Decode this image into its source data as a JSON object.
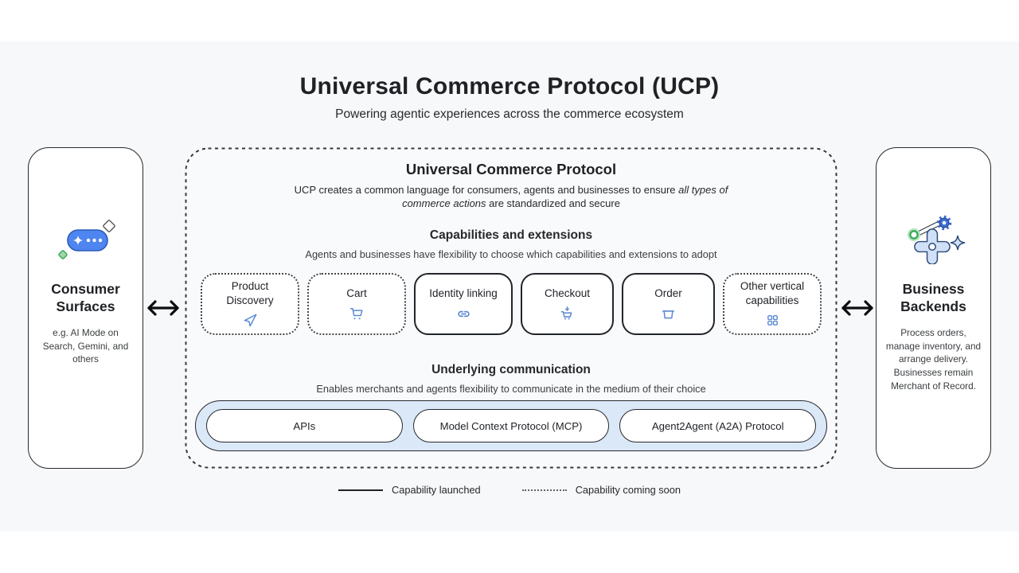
{
  "page": {
    "title": "Universal Commerce Protocol (UCP)",
    "subtitle": "Powering agentic experiences across the commerce ecosystem"
  },
  "consumer_surfaces": {
    "title": "Consumer Surfaces",
    "description": "e.g. AI Mode on Search, Gemini, and others",
    "icon": "ai-mode-pill-icon"
  },
  "business_backends": {
    "title": "Business Backends",
    "description": "Process orders, manage inventory, and arrange delivery. Businesses remain Merchant of Record.",
    "icon": "gears-icon"
  },
  "ucp_box": {
    "title": "Universal Commerce Protocol",
    "description_prefix": "UCP creates a common language for consumers, agents and businesses to ensure ",
    "description_italic": "all types of commerce actions",
    "description_suffix": " are standardized and secure",
    "capabilities_section": {
      "title": "Capabilities and extensions",
      "subtitle": "Agents and businesses have flexibility to choose which capabilities and extensions to adopt",
      "items": [
        {
          "label": "Product Discovery",
          "icon": "send-icon",
          "status": "coming-soon"
        },
        {
          "label": "Cart",
          "icon": "cart-icon",
          "status": "coming-soon"
        },
        {
          "label": "Identity linking",
          "icon": "link-icon",
          "status": "launched"
        },
        {
          "label": "Checkout",
          "icon": "cart-checkout-icon",
          "status": "launched"
        },
        {
          "label": "Order",
          "icon": "order-box-icon",
          "status": "launched"
        },
        {
          "label": "Other vertical capabilities",
          "icon": "grid-icon",
          "status": "coming-soon"
        }
      ]
    },
    "communication_section": {
      "title": "Underlying communication",
      "subtitle": "Enables merchants and agents flexibility to communicate in the medium of their choice",
      "protocols": [
        "APIs",
        "Model Context Protocol (MCP)",
        "Agent2Agent (A2A) Protocol"
      ]
    }
  },
  "legend": {
    "launched": "Capability launched",
    "coming_soon": "Capability coming soon"
  },
  "colors": {
    "page_background": "#f6f8fa",
    "text_dark": "#202124",
    "capability_icon_blue": "#5b8ad4",
    "protocol_bar_blue": "#dbe8f8",
    "consumer_pill_blue": "#4e85f0",
    "accent_green": "#34a853",
    "light_blue_fill": "#cfe0f7"
  }
}
